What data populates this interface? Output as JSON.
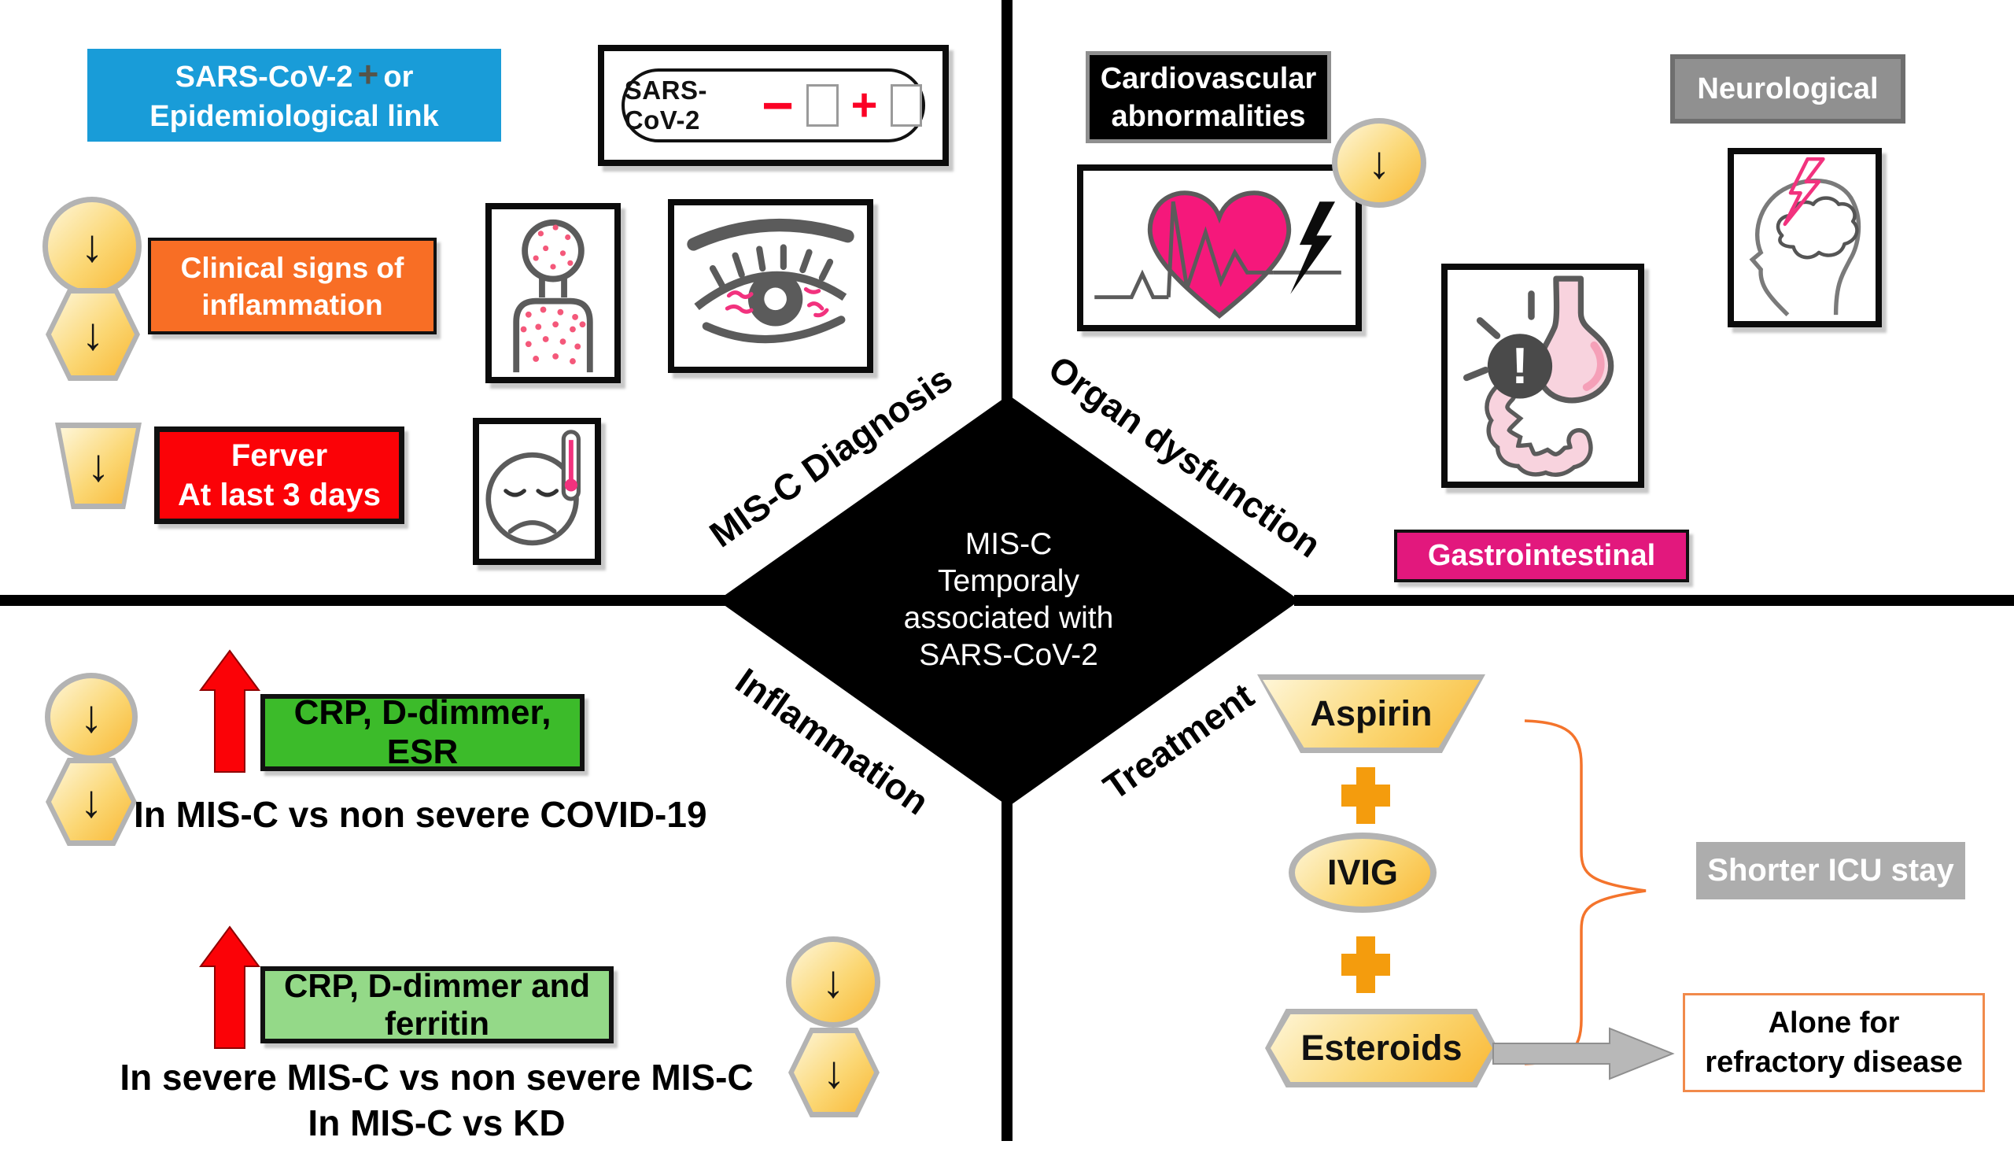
{
  "title": "MIS-C Temporaly associated with SARS-CoV-2 overview diagram",
  "colors": {
    "blue": "#199CD8",
    "orange": "#F86E25",
    "red": "#FB0207",
    "green_bright": "#3CBB2A",
    "green_light": "#94D988",
    "magenta": "#E2187D",
    "gray_neuro": "#909090",
    "gray_icu": "#ADADAD",
    "yellow_light": "#FEF6D8",
    "yellow_deep": "#F9B835",
    "orange_plus": "#F49C0D",
    "orange_brace": "#F4742C",
    "orange_border": "#F18A4B",
    "pink_heart": "#F5187B",
    "black": "#000000"
  },
  "glyphs": {
    "down_arrow": "↓",
    "plus": "+",
    "minus": "−",
    "exclamation": "!"
  },
  "center": {
    "line1": "MIS-C",
    "line2": "Temporaly",
    "line3": "associated with",
    "line4": "SARS-CoV-2"
  },
  "quadrant_labels": {
    "top_left": "MIS-C Diagnosis",
    "top_right": "Organ dysfunction",
    "bottom_left": "Inflammation",
    "bottom_right": "Treatment"
  },
  "diagnosis": {
    "epi_line1_a": "SARS-CoV-2",
    "epi_line1_b": "+",
    "epi_line1_c": "or",
    "epi_line2": "Epidemiological link",
    "cassette_label": "SARS-CoV-2",
    "clinical_line1": "Clinical signs of",
    "clinical_line2": "inflammation",
    "fever_line1": "Ferver",
    "fever_line2": "At last 3 days"
  },
  "organ": {
    "cardio_line1": "Cardiovascular",
    "cardio_line2": "abnormalities",
    "neuro": "Neurological",
    "gastro": "Gastrointestinal"
  },
  "inflammation": {
    "box1": "CRP, D-dimmer, ESR",
    "caption1": "In MIS-C vs non severe COVID-19",
    "box2": "CRP, D-dimmer and ferritin",
    "caption2a": "In severe MIS-C vs non severe MIS-C",
    "caption2b": "In MIS-C vs KD"
  },
  "treatment": {
    "aspirin": "Aspirin",
    "plus": "+",
    "ivig": "IVIG",
    "esteroids": "Esteroids",
    "icu": "Shorter ICU stay",
    "alone_line1": "Alone for",
    "alone_line2": "refractory disease"
  }
}
